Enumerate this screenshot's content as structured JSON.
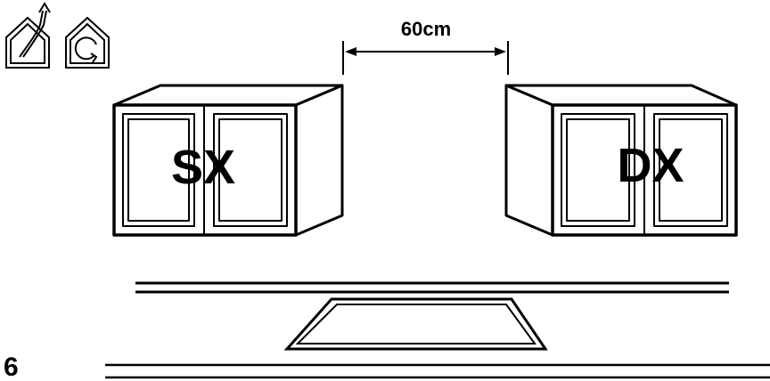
{
  "dimension": {
    "label": "60cm"
  },
  "cabinets": {
    "left": {
      "label": "SX"
    },
    "right": {
      "label": "DX"
    }
  },
  "step": {
    "number": "6"
  },
  "icons": [
    "house-vent-outside-icon",
    "house-recirculation-icon"
  ]
}
